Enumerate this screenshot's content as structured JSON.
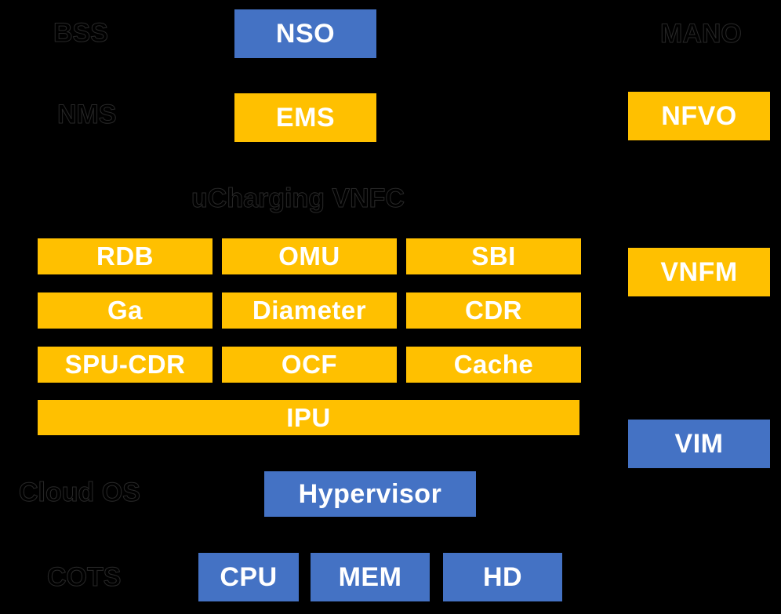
{
  "colors": {
    "background": "#000000",
    "gold": "#FFC000",
    "blue": "#4472C4",
    "box_text": "#FFFFFF",
    "label_text": "#000000"
  },
  "labels": {
    "bss": "BSS",
    "nms": "NMS",
    "mano": "MANO",
    "cloud_os": "Cloud OS",
    "cots": "COTS"
  },
  "management": {
    "nso": "NSO",
    "ems": "EMS",
    "nfvo": "NFVO",
    "vnfm": "VNFM",
    "vim": "VIM"
  },
  "vnfc": {
    "title": "uCharging VNFC",
    "modules": [
      "RDB",
      "OMU",
      "SBI",
      "Ga",
      "Diameter",
      "CDR",
      "SPU-CDR",
      "OCF",
      "Cache"
    ],
    "ipu": "IPU"
  },
  "infrastructure": {
    "hypervisor": "Hypervisor",
    "cots_components": [
      "CPU",
      "MEM",
      "HD"
    ]
  }
}
